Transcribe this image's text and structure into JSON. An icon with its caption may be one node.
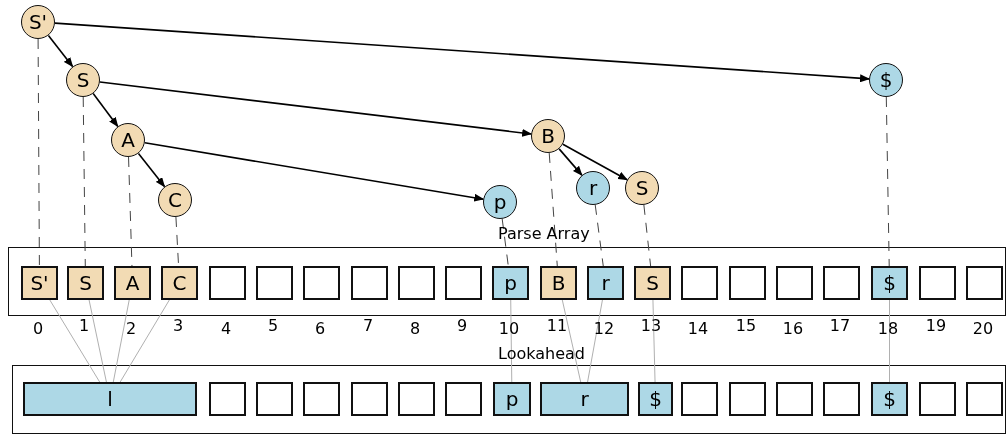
{
  "diagram": {
    "nodes": [
      {
        "text": [
          "S'"
        ]
      },
      {
        "text": [
          "S"
        ]
      },
      {
        "text": [
          "A"
        ]
      },
      {
        "text": [
          "C"
        ]
      },
      {
        "text": [
          "p"
        ]
      },
      {
        "text": [
          "B"
        ]
      },
      {
        "text": [
          "r"
        ]
      },
      {
        "text": [
          "S"
        ]
      },
      {
        "text": [
          "$"
        ]
      },
      {
        "text": [
          "Parse Array"
        ]
      },
      {
        "text": [
          "S'"
        ],
        "in": 9
      },
      {
        "text": [
          "S"
        ],
        "in": 9
      },
      {
        "text": [
          "A"
        ],
        "in": 9
      },
      {
        "text": [
          "C"
        ],
        "in": 9
      },
      {
        "text": [],
        "shape": "box",
        "in": 9
      },
      {
        "text": [],
        "shape": "box",
        "in": 9
      },
      {
        "text": [],
        "shape": "box",
        "in": 9
      },
      {
        "text": [],
        "shape": "box",
        "in": 9
      },
      {
        "text": [],
        "shape": "box",
        "in": 9
      },
      {
        "text": [],
        "shape": "box",
        "in": 9
      },
      {
        "text": [
          "p"
        ],
        "in": 9
      },
      {
        "text": [
          "B"
        ],
        "in": 9
      },
      {
        "text": [
          "r"
        ],
        "in": 9
      },
      {
        "text": [
          "S"
        ],
        "in": 9
      },
      {
        "text": [],
        "shape": "box",
        "in": 9
      },
      {
        "text": [],
        "shape": "box",
        "in": 9
      },
      {
        "text": [],
        "shape": "box",
        "in": 9
      },
      {
        "text": [],
        "shape": "box",
        "in": 9
      },
      {
        "text": [
          "$"
        ],
        "in": 9
      },
      {
        "text": [],
        "shape": "box",
        "in": 9
      },
      {
        "text": [],
        "shape": "box",
        "in": 9
      },
      {
        "text": [
          "Lookahead"
        ]
      },
      {
        "text": [
          "l"
        ],
        "in": 31
      },
      {
        "text": [],
        "shape": "box",
        "in": 31
      },
      {
        "text": [],
        "shape": "box",
        "in": 31
      },
      {
        "text": [],
        "shape": "box",
        "in": 31
      },
      {
        "text": [],
        "shape": "box",
        "in": 31
      },
      {
        "text": [],
        "shape": "box",
        "in": 31
      },
      {
        "text": [],
        "shape": "box",
        "in": 31
      },
      {
        "text": [
          "p"
        ],
        "in": 31
      },
      {
        "text": [
          "r"
        ],
        "in": 31
      },
      {
        "text": [
          "$"
        ],
        "in": 31
      },
      {
        "text": [],
        "shape": "box",
        "in": 31
      },
      {
        "text": [],
        "shape": "box",
        "in": 31
      },
      {
        "text": [],
        "shape": "box",
        "in": 31
      },
      {
        "text": [],
        "shape": "box",
        "in": 31
      },
      {
        "text": [
          "$"
        ],
        "in": 31
      },
      {
        "text": [],
        "shape": "box",
        "in": 31
      },
      {
        "text": [],
        "shape": "box",
        "in": 31
      }
    ],
    "edges": [
      {
        "from": 0,
        "to": 1,
        "arrow": "to"
      },
      {
        "from": 0,
        "to": 8,
        "arrow": "to"
      },
      {
        "from": 1,
        "to": 2,
        "arrow": "to"
      },
      {
        "from": 1,
        "to": 5,
        "arrow": "to"
      },
      {
        "from": 2,
        "to": 3,
        "arrow": "to"
      },
      {
        "from": 2,
        "to": 4,
        "arrow": "to"
      },
      {
        "from": 5,
        "to": 6,
        "arrow": "to"
      },
      {
        "from": 5,
        "to": 7,
        "arrow": "to"
      },
      {
        "from": 0,
        "to": 10,
        "arrow": "none",
        "style": "dashed"
      },
      {
        "from": 1,
        "to": 11,
        "arrow": "none",
        "style": "dashed"
      },
      {
        "from": 2,
        "to": 12,
        "arrow": "none",
        "style": "dashed"
      },
      {
        "from": 3,
        "to": 13,
        "arrow": "none",
        "style": "dashed"
      },
      {
        "from": 4,
        "to": 20,
        "arrow": "none",
        "style": "dashed"
      },
      {
        "from": 5,
        "to": 21,
        "arrow": "none",
        "style": "dashed"
      },
      {
        "from": 6,
        "to": 22,
        "arrow": "none",
        "style": "dashed"
      },
      {
        "from": 7,
        "to": 23,
        "arrow": "none",
        "style": "dashed"
      },
      {
        "from": 8,
        "to": 28,
        "arrow": "none",
        "style": "dashed"
      },
      {
        "from": 10,
        "to": 32,
        "arrow": "none",
        "color": "#b0b0b0"
      },
      {
        "from": 11,
        "to": 32,
        "arrow": "none",
        "color": "#b0b0b0"
      },
      {
        "from": 12,
        "to": 32,
        "arrow": "none",
        "color": "#b0b0b0"
      },
      {
        "from": 13,
        "to": 32,
        "arrow": "none",
        "color": "#b0b0b0"
      },
      {
        "from": 20,
        "to": 39,
        "arrow": "none",
        "color": "#b0b0b0"
      },
      {
        "from": 21,
        "to": 40,
        "arrow": "none",
        "color": "#b0b0b0"
      },
      {
        "from": 22,
        "to": 40,
        "arrow": "none",
        "color": "#b0b0b0"
      },
      {
        "from": 23,
        "to": 41,
        "arrow": "none",
        "color": "#b0b0b0"
      },
      {
        "from": 28,
        "to": 46,
        "arrow": "none",
        "color": "#b0b0b0"
      }
    ],
    "labels": [
      "0",
      "1",
      "2",
      "3",
      "4",
      "5",
      "6",
      "7",
      "8",
      "9",
      "10",
      "11",
      "12",
      "13",
      "14",
      "15",
      "16",
      "17",
      "18",
      "19",
      "20"
    ]
  }
}
